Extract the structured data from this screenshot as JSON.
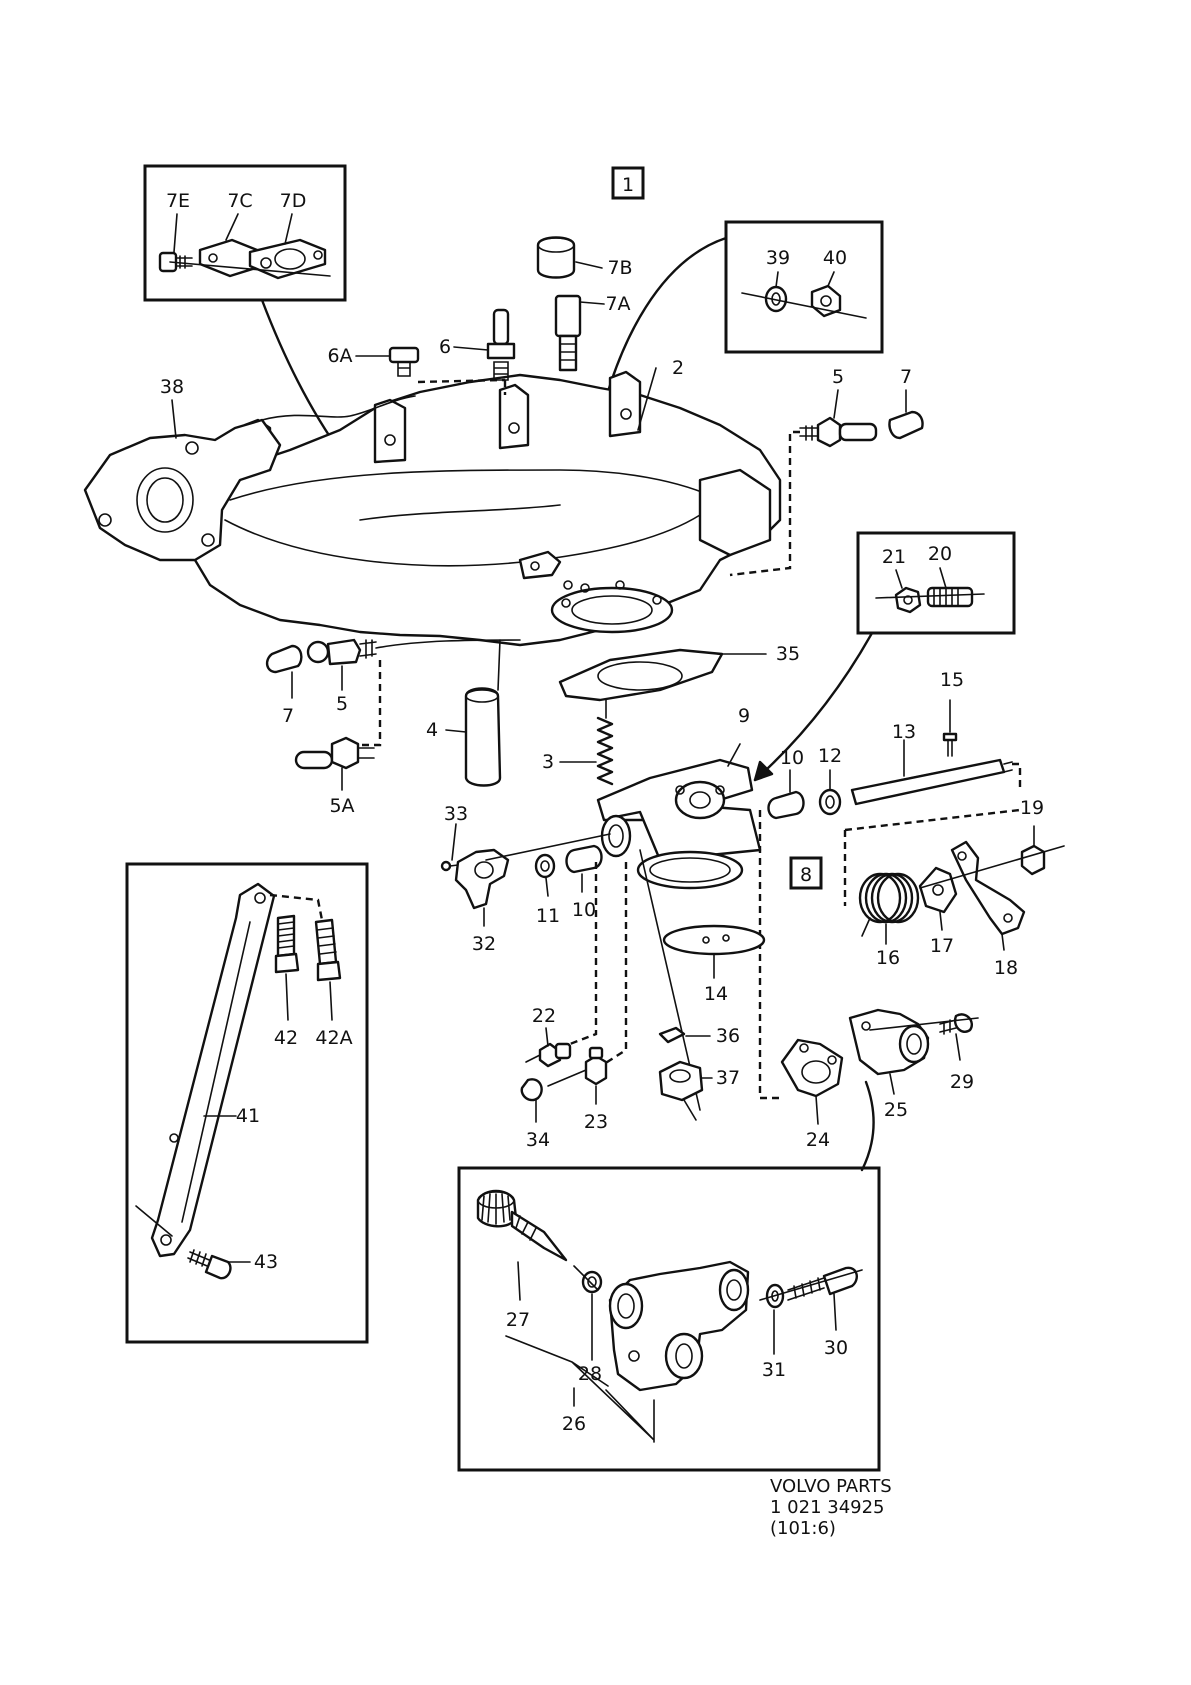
{
  "diagram": {
    "group_labels": {
      "main": "1",
      "throttle": "8"
    },
    "labels": {
      "p7E": "7E",
      "p7C": "7C",
      "p7D": "7D",
      "p7B": "7B",
      "p7A": "7A",
      "p39": "39",
      "p40": "40",
      "p6A": "6A",
      "p6": "6",
      "p38": "38",
      "p2": "2",
      "p5_top": "5",
      "p7_top": "7",
      "p21": "21",
      "p20": "20",
      "p35": "35",
      "p7_left": "7",
      "p5_left": "5",
      "p5A": "5A",
      "p4": "4",
      "p3": "3",
      "p9": "9",
      "p15": "15",
      "p13": "13",
      "p10_right": "10",
      "p12": "12",
      "p19": "19",
      "p33": "33",
      "p32": "32",
      "p11": "11",
      "p10_left": "10",
      "p16": "16",
      "p17": "17",
      "p18": "18",
      "p14": "14",
      "p22": "22",
      "p36": "36",
      "p37": "37",
      "p34": "34",
      "p23": "23",
      "p24": "24",
      "p25": "25",
      "p29": "29",
      "p42": "42",
      "p42A": "42A",
      "p41": "41",
      "p43": "43",
      "p27": "27",
      "p28": "28",
      "p26": "26",
      "p31": "31",
      "p30": "30"
    },
    "footer": {
      "line1": "VOLVO PARTS",
      "line2": "1 021 34925",
      "line3": "(101:6)"
    }
  }
}
